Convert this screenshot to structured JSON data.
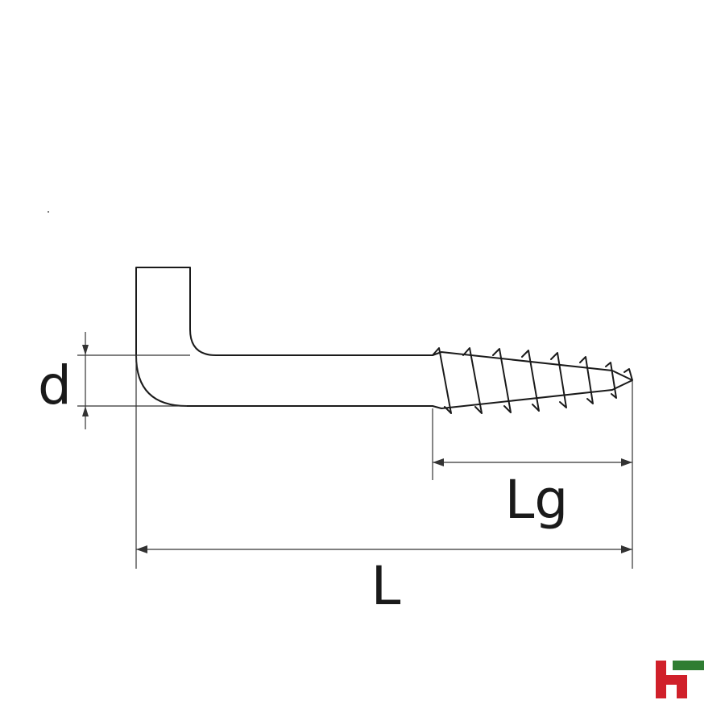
{
  "diagram": {
    "labels": {
      "diameter": "d",
      "thread_length": "Lg",
      "total_length": "L"
    },
    "colors": {
      "outline": "#1a1a1a",
      "background": "#ffffff",
      "logo_red": "#d0202a",
      "logo_green": "#2f7d32"
    }
  }
}
